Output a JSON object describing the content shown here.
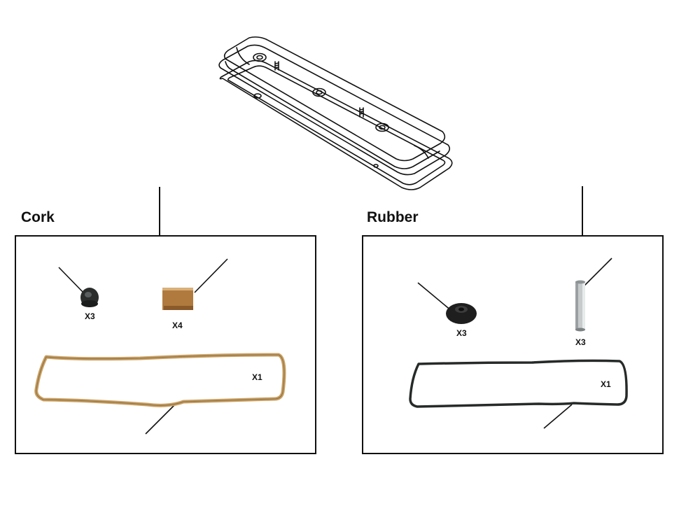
{
  "sections": {
    "cork": {
      "title": "Cork",
      "parts": {
        "grommet": {
          "qty": "X3",
          "color": "#2b2d2d"
        },
        "block": {
          "qty": "X4",
          "color": "#b07a3e"
        },
        "gasket": {
          "qty": "X1",
          "color": "#c8a064"
        }
      }
    },
    "rubber": {
      "title": "Rubber",
      "parts": {
        "grommet": {
          "qty": "X3",
          "color": "#1e1e1e"
        },
        "tube": {
          "qty": "X3",
          "color": "#c7cbcc"
        },
        "gasket": {
          "qty": "X1",
          "color": "#262a29"
        }
      }
    }
  },
  "icons": {
    "main": "rocker-cover-drawing-icon"
  }
}
